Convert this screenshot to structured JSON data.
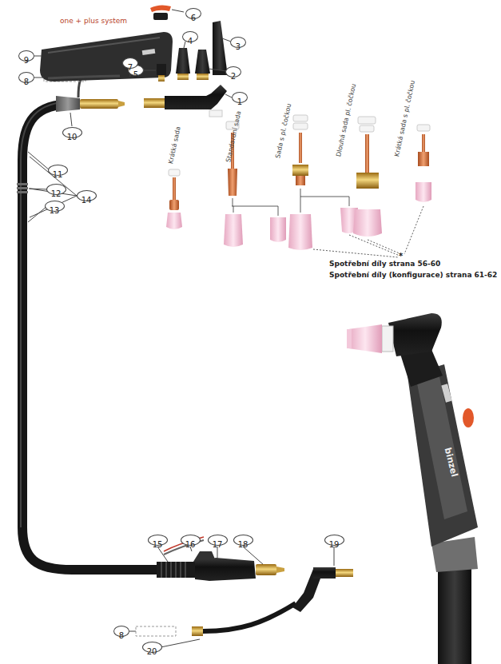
{
  "diagram": {
    "nodes": [
      {
        "text": [
          "6"
        ]
      },
      {
        "text": [
          "3"
        ]
      },
      {
        "text": [
          "4"
        ]
      },
      {
        "text": [
          "9"
        ]
      },
      {
        "text": [
          "2"
        ]
      },
      {
        "text": [
          "5"
        ]
      },
      {
        "text": [
          "7"
        ]
      },
      {
        "text": [
          "8"
        ]
      },
      {
        "text": [
          "1"
        ]
      },
      {
        "text": [
          "10"
        ]
      },
      {
        "text": [
          "11"
        ]
      },
      {
        "text": [
          "14"
        ]
      },
      {
        "text": [
          "12"
        ]
      },
      {
        "text": [
          "13"
        ]
      },
      {
        "text": [
          "15"
        ]
      },
      {
        "text": [
          "16"
        ]
      },
      {
        "text": [
          "17"
        ]
      },
      {
        "text": [
          "18"
        ]
      },
      {
        "text": [
          "19"
        ]
      },
      {
        "text": [
          "8"
        ]
      },
      {
        "text": [
          "20"
        ]
      }
    ],
    "labels": [
      "one + plus system",
      "Krátká sada",
      "Standardní sada",
      "Sada s pl. čočkou",
      "Dlouhá sada pl. čočkou",
      "Krátká sada s pl. čočkou",
      "Spotřební díly strana 56-60",
      "Spotřební díly (konfigurace) strana 61-62",
      "*",
      "binzel"
    ]
  }
}
